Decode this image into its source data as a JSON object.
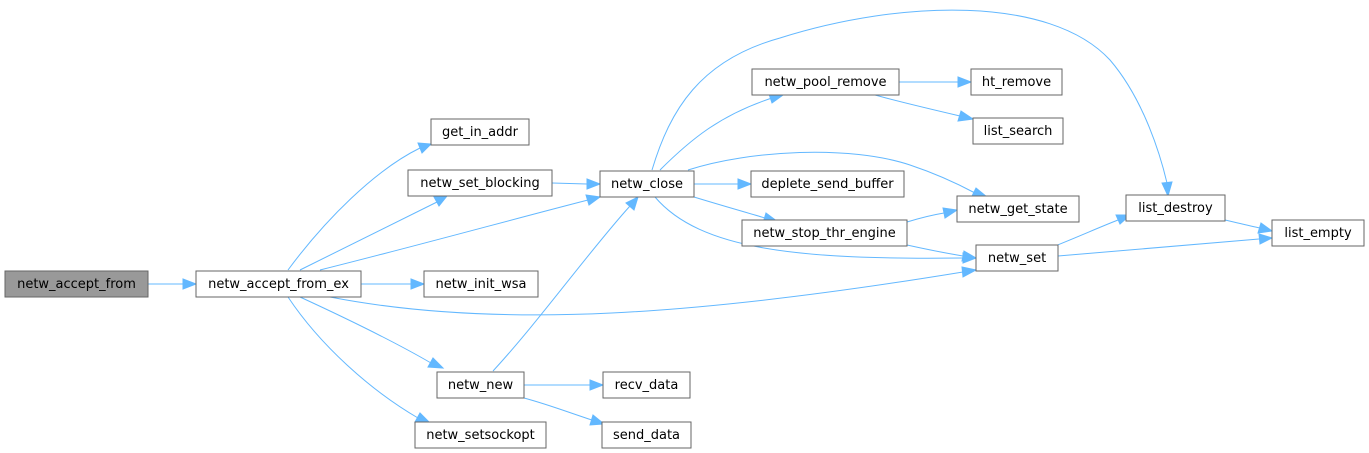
{
  "nodes": {
    "netw_accept_from": "netw_accept_from",
    "netw_accept_from_ex": "netw_accept_from_ex",
    "get_in_addr": "get_in_addr",
    "netw_set_blocking": "netw_set_blocking",
    "netw_close": "netw_close",
    "netw_init_wsa": "netw_init_wsa",
    "netw_new": "netw_new",
    "netw_setsockopt": "netw_setsockopt",
    "netw_pool_remove": "netw_pool_remove",
    "ht_remove": "ht_remove",
    "list_search": "list_search",
    "deplete_send_buffer": "deplete_send_buffer",
    "netw_get_state": "netw_get_state",
    "netw_stop_thr_engine": "netw_stop_thr_engine",
    "netw_set": "netw_set",
    "list_destroy": "list_destroy",
    "list_empty": "list_empty",
    "recv_data": "recv_data",
    "send_data": "send_data"
  },
  "colors": {
    "edge": "#63b8ff",
    "root_fill": "#999999",
    "node_border": "#666666",
    "node_fill": "#ffffff"
  }
}
